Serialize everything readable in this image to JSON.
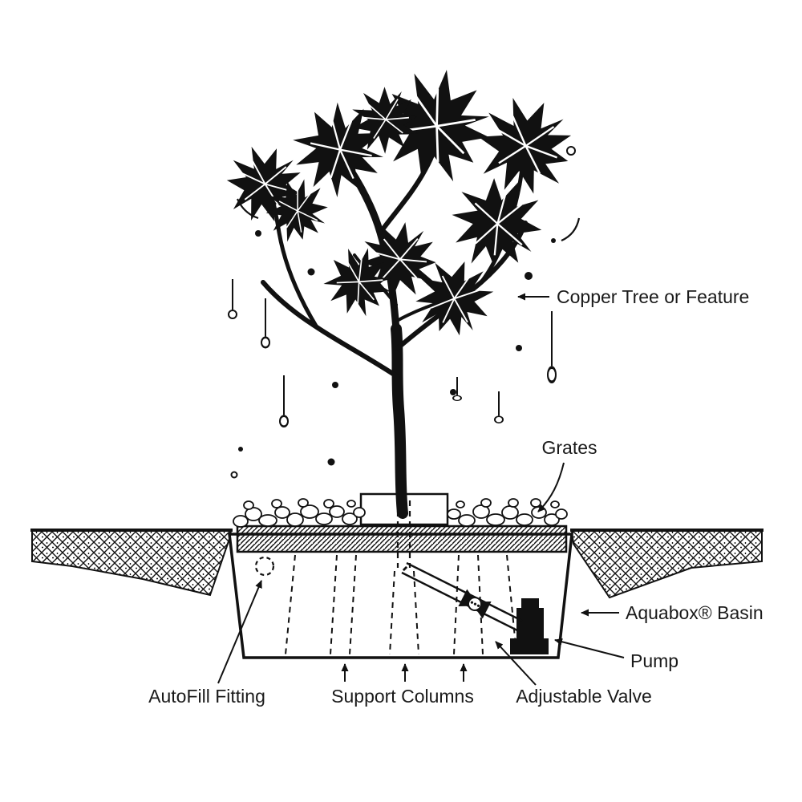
{
  "page": {
    "background": "#ffffff"
  },
  "diagram": {
    "type": "technical-illustration",
    "subject": "Copper tree water feature installation cross-section",
    "ink_color": "#111111",
    "labels": {
      "copper_tree": "Copper Tree or Feature",
      "grates": "Grates",
      "aquabox_basin": "Aquabox® Basin",
      "pump": "Pump",
      "adjustable_valve": "Adjustable Valve",
      "support_columns": "Support Columns",
      "autofill_fitting": "AutoFill Fitting"
    }
  }
}
